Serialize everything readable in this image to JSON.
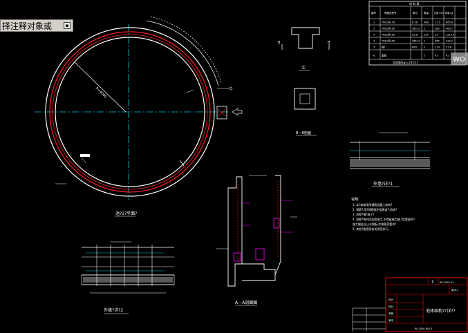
{
  "command_prompt": {
    "text": "择注释对象或",
    "button_glyph": "▪"
  },
  "drawing": {
    "plan_title": "池?1?平面?",
    "section_title": "A—A剖面图",
    "detail_1_title": "外墙?详?1",
    "detail_2_title": "外墙?详?2",
    "section_b_title": "B—B剖面",
    "marker_1": "①",
    "marker_b_left": "B",
    "marker_b_right": "B"
  },
  "material_table": {
    "title": "材 料 表",
    "headers": [
      "编号",
      "规格及型号",
      "单位",
      "数量",
      "长度 mm",
      "质量 kg"
    ],
    "rows": [
      [
        "1",
        "?Φ12@150",
        "6.28",
        "386",
        "17.2",
        "665.8"
      ],
      [
        "2",
        "?Φ12@150",
        "385.12",
        "1",
        "385",
        "463.7"
      ],
      [
        "3",
        "?Φ12@150",
        "22.8",
        "237",
        "5.4",
        "1214.4"
      ],
      [
        "4",
        "?Φ12@150",
        "365.12",
        "1",
        "365",
        "324.2"
      ],
      [
        "5",
        "管?",
        "Φ20",
        "3",
        "1.67",
        "51.8"
      ],
      [
        "6",
        "套管",
        "",
        "2",
        "4.2",
        "4.2"
      ]
    ],
    "total": "总质量(kg)=2323.7"
  },
  "notes": {
    "heading": "说明:",
    "items": [
      "1. 本?筑物采用钢筋混凝土结构?",
      "2. 钢筋?,墙?钢筋保护层厚度?,池底?",
      "3. 池壁?钢?施工?",
      "4. 池壁?筑时应连续施工,不得留施工缝,?定要留时?",
      "   施工缝处设止水钢板,并按规范要求?",
      "5. 其他?按国家有关规范执行。"
    ]
  },
  "title_block": {
    "sheet_no": "1",
    "sheet_code": "RK-2000-01",
    "drawing_title": "池体结构??详??",
    "rev": "版次1",
    "rows": [
      "设计",
      "校对",
      "审核",
      "审定"
    ],
    "footer": "RK-2000-RK-01"
  },
  "watermark": "WO",
  "colors": {
    "outline": "#ffffff",
    "rebar": "#ff2020",
    "center_line": "#00ccdd",
    "leader": "#ff00ff",
    "title_border": "#ff0000",
    "prompt_bg": "#d4d0c8"
  }
}
